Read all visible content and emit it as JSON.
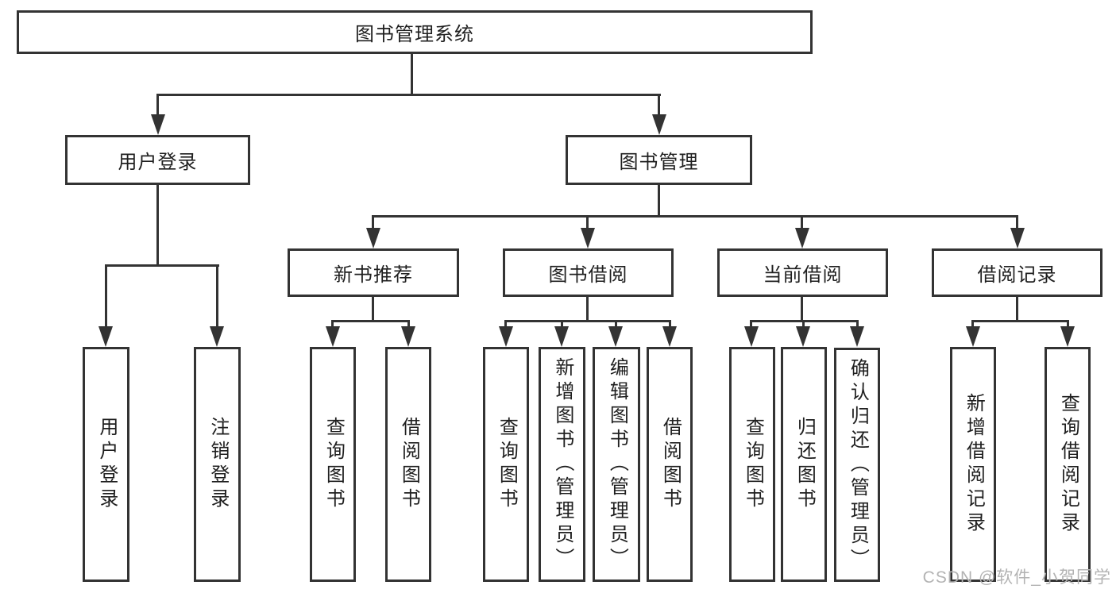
{
  "diagram": {
    "root": "图书管理系统",
    "user_login_branch": {
      "label": "用户登录",
      "children": [
        "用户登录",
        "注销登录"
      ]
    },
    "book_mgmt_branch": {
      "label": "图书管理",
      "children": [
        {
          "label": "新书推荐",
          "children": [
            "查询图书",
            "借阅图书"
          ]
        },
        {
          "label": "图书借阅",
          "children": [
            "查询图书",
            "新增图书（管理员）",
            "编辑图书（管理员）",
            "借阅图书"
          ]
        },
        {
          "label": "当前借阅",
          "children": [
            "查询图书",
            "归还图书",
            "确认归还（管理员）"
          ]
        },
        {
          "label": "借阅记录",
          "children": [
            "新增借阅记录",
            "查询借阅记录"
          ]
        }
      ]
    }
  },
  "watermark": "CSDN @软件_小贺同学",
  "colors": {
    "line": "#333333",
    "box_border": "#333333",
    "box_fill": "#ffffff",
    "text": "#1f1f1f",
    "watermark": "#b3b3b3"
  }
}
